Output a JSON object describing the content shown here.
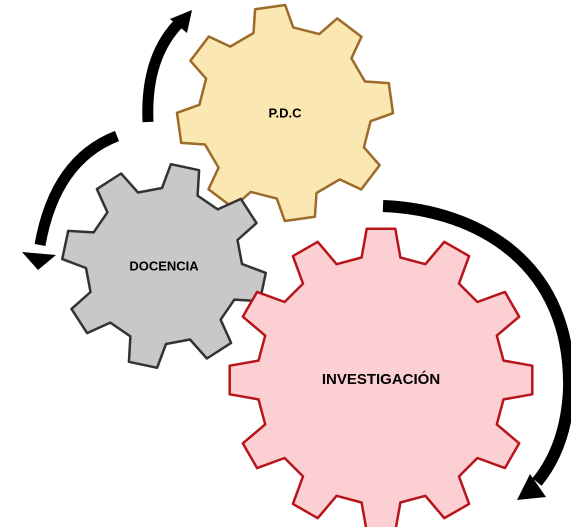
{
  "gears": [
    {
      "id": "pdc",
      "label": "P.D.C",
      "fill": "#fae7b1",
      "stroke": "#9c6b2a"
    },
    {
      "id": "docencia",
      "label": "DOCENCIA",
      "fill": "#c8c8c8",
      "stroke": "#333333"
    },
    {
      "id": "investigacion",
      "label": "INVESTIGACIÓN",
      "fill": "#fcd0d2",
      "stroke": "#b8141b"
    }
  ],
  "arrow_color": "#000000"
}
